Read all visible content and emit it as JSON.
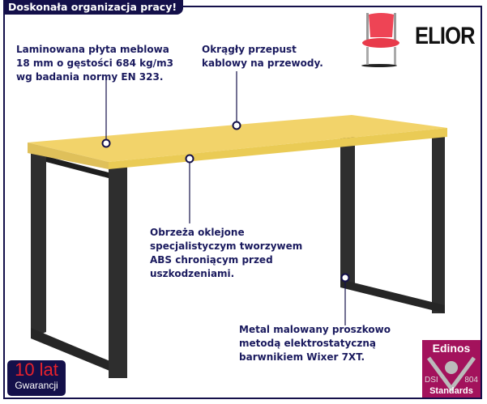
{
  "header": {
    "title": "Doskonała organizacja pracy!"
  },
  "brand": {
    "name": "ELIOR",
    "icon": "chair-icon"
  },
  "callouts": {
    "top_left": [
      "Laminowana płyta meblowa",
      "18 mm o gęstości 684 kg/m3",
      "wg badania normy EN 323."
    ],
    "top_middle": [
      "Okrągły przepust",
      "kablowy na przewody."
    ],
    "middle": [
      "Obrzeża oklejone",
      "specjalistyczym tworzywem",
      "ABS chroniącym przed",
      "uszkodzeniami."
    ],
    "bottom": [
      "Metal malowany proszkowo",
      "metodą elektrostatyczną",
      "barwnikiem Wixer 7XT."
    ]
  },
  "warranty": {
    "big": "10 lat",
    "small": "Gwarancji"
  },
  "certificate": {
    "top": "Edinos",
    "left": "DSI",
    "right": "804",
    "bottom": "Standards"
  },
  "colors": {
    "navy": "#14104a",
    "desk_top": "#f2d36a",
    "metal": "#2b2b2b",
    "cert": "#a3125c",
    "warranty_red": "#e8222c"
  }
}
